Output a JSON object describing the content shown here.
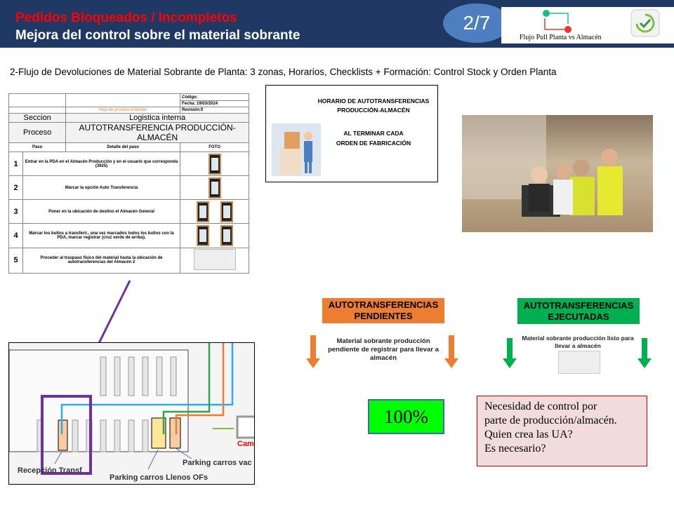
{
  "header": {
    "title": "Pedidos Bloqueados / Incompletos",
    "subtitle": "Mejora del control sobre el material sobrante",
    "page": "2/7",
    "logo_caption": "Flujo Pull Planta vs Almacén"
  },
  "section_title": "2-Flujo de Devoluciones de Material Sobrante de Planta: 3 zonas, Horarios, Checklists + Formación: Control Stock y Orden Planta",
  "process_sheet": {
    "codigo": "Código:",
    "fecha": "Fecha: 19/03/2024",
    "revision": "Revisión:0",
    "doc_type": "Hoja de proceso estándar",
    "seccion_label": "Seccion",
    "seccion": "Logistica interna",
    "proceso_label": "Proceso",
    "proceso": "AUTOTRANSFERENCIA PRODUCCIÓN-ALMACÉN",
    "cols": [
      "Paso",
      "Detalle del paso",
      "FOTO"
    ],
    "steps": [
      {
        "n": "1",
        "text": "Entrar en la PDA en el Almacén Producción y en el usuario que corresponda (3925)"
      },
      {
        "n": "2",
        "text": "Marcar la opción Auto Transferencia"
      },
      {
        "n": "3",
        "text": "Poner en la ubicación de destino el Almacén General"
      },
      {
        "n": "4",
        "text": "Marcar los bultos a transferir., una vez marcados todos los bultos con la PDA, marcar registrar (cruz verde de arriba)."
      },
      {
        "n": "5",
        "text": "Proceder al traspaso físico del material hasta la ubicación de autotransferencias del Almacén 2"
      }
    ]
  },
  "schedule": {
    "line1": "HORARIO DE AUTOTRANSFERENCIAS",
    "line2": "PRODUCCIÓN-ALMACÉN",
    "line3": "AL TERMINAR CADA",
    "line4": "ORDEN DE FABRICACIÓN"
  },
  "plan": {
    "label1": "Recepción Transf",
    "label2": "Parking carros Llenos OFs",
    "label3": "Parking carros vac",
    "label4": "Cam"
  },
  "pending": {
    "title": "AUTOTRANSFERENCIAS PENDIENTES",
    "desc": "Material sobrante producción pendiente de registrar para llevar a almacén",
    "color": "#ed7d31"
  },
  "executed": {
    "title": "AUTOTRANSFERENCIAS EJECUTADAS",
    "desc": "Material sobrante producción listo para llevar a almacén",
    "color": "#00b050"
  },
  "progress": {
    "label": "100%",
    "value": 100
  },
  "note": {
    "lines": [
      "Necesidad de control por",
      "parte de producción/almacén.",
      "Quien crea las UA?",
      "Es necesario?"
    ]
  }
}
